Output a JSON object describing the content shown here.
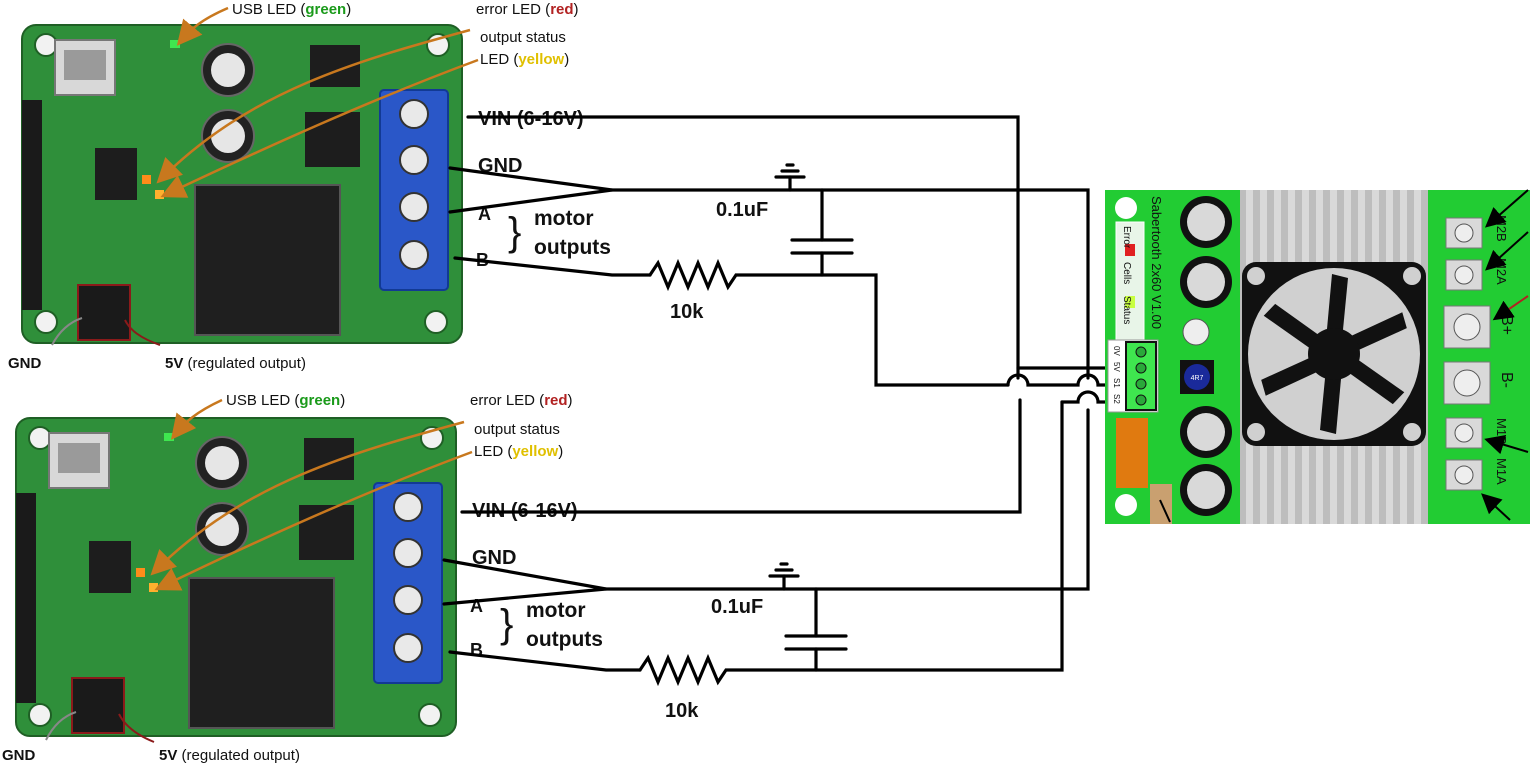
{
  "labels": {
    "usb_led_pre": "USB LED (",
    "usb_led_color": "green",
    "usb_led_post": ")",
    "error_led_pre": "error LED (",
    "error_led_color": "red",
    "error_led_post": ")",
    "status_line1": "output status",
    "status_pre": "LED (",
    "status_color": "yellow",
    "status_post": ")",
    "gnd_pin": "GND",
    "v5_pre": "5V",
    "v5_post": " (regulated output)",
    "vin": "VIN (6-16V)",
    "gnd_term": "GND",
    "term_a": "A",
    "term_b": "B",
    "motor_line1": "motor",
    "motor_line2": "outputs",
    "capacitor": "0.1uF",
    "resistor": "10k"
  },
  "sabertooth": {
    "title": "Sabertooth 2x60 V1.00",
    "leds": [
      "Error",
      "Cells",
      "Status"
    ],
    "signal_pins": [
      "0V",
      "5V",
      "S1",
      "S2"
    ],
    "power_terminals": [
      "M2B",
      "M2A",
      "B+",
      "B-",
      "M1B",
      "M1A"
    ],
    "inductor_code": "4R7"
  },
  "colors": {
    "green": "#1a9a1a",
    "red": "#b22222",
    "yellow": "#e0c000",
    "board_green": "#2f8f3a",
    "sabertooth_green": "#22cc33",
    "terminal_blue": "#2a57c8",
    "arrow_orange": "#c8781e"
  }
}
